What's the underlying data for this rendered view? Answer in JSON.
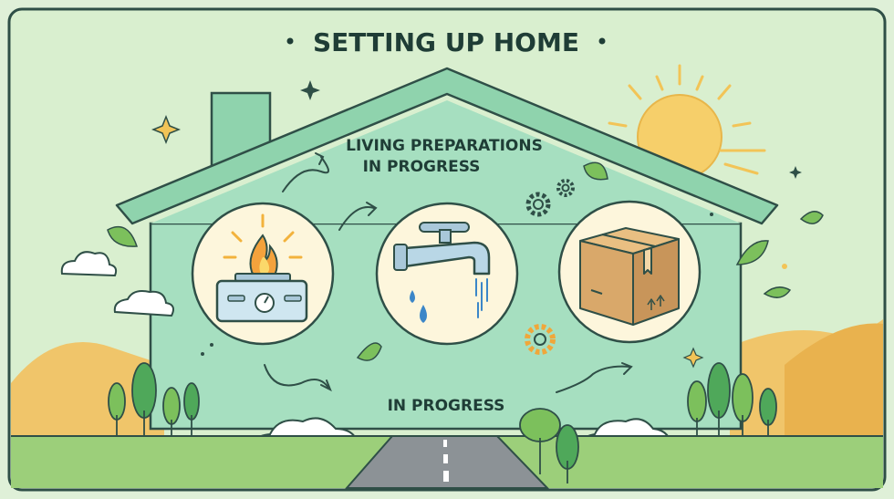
{
  "title": "SETTING UP HOME",
  "subtitle_line1": "LIVING PREPARATIONS",
  "subtitle_line2": "IN PROGRESS",
  "footer_label": "IN PROGRESS",
  "steps": [
    {
      "icon": "gas-stove-icon"
    },
    {
      "icon": "water-faucet-icon"
    },
    {
      "icon": "cardboard-box-icon"
    }
  ],
  "colors": {
    "background": "#dff0d8",
    "house": "#a6dfc0",
    "house_outline": "#2f4f47",
    "circle_fill": "#fdf6dc",
    "sun": "#f6cf6a",
    "flame": "#f4a23c",
    "water": "#3b86c8",
    "box": "#d9a86a",
    "grass": "#9ccf7a",
    "road": "#8c9296",
    "title_text": "#1f3d36"
  }
}
